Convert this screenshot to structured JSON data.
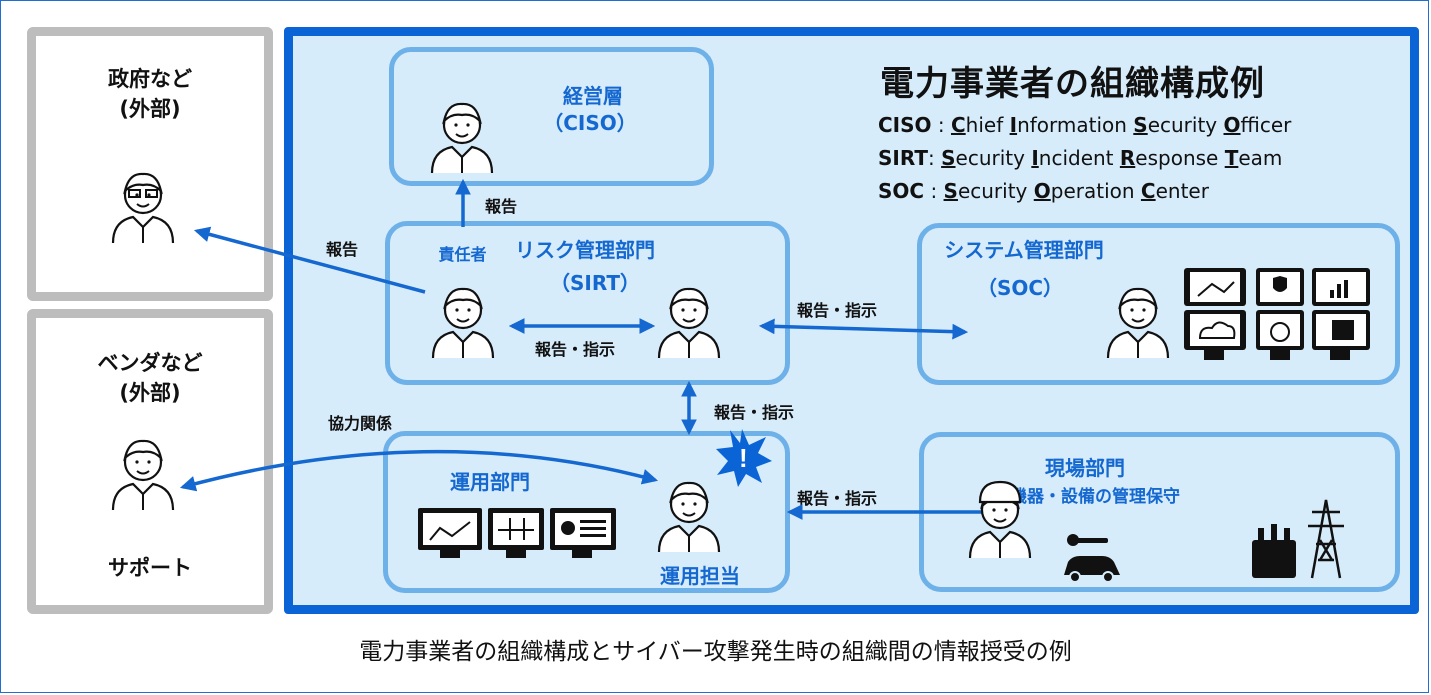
{
  "caption": "電力事業者の組織構成とサイバー攻撃発生時の組織間の情報授受の例",
  "title": "電力事業者の組織構成例",
  "abbreviations": [
    {
      "key": "CISO",
      "sep": " : ",
      "words": [
        [
          "C",
          "hief "
        ],
        [
          "I",
          "nformation "
        ],
        [
          "S",
          "ecurity "
        ],
        [
          "O",
          "fficer"
        ]
      ]
    },
    {
      "key": "SIRT",
      "sep": ": ",
      "words": [
        [
          "S",
          "ecurity "
        ],
        [
          "I",
          "ncident "
        ],
        [
          "R",
          "esponse "
        ],
        [
          "T",
          "eam"
        ]
      ]
    },
    {
      "key": "SOC",
      "sep": " : ",
      "words": [
        [
          "S",
          "ecurity "
        ],
        [
          "O",
          "peration "
        ],
        [
          "C",
          "enter"
        ]
      ]
    }
  ],
  "external": {
    "government": {
      "title_line1": "政府など",
      "title_line2": "(外部)"
    },
    "vendor": {
      "title_line1": "ベンダなど",
      "title_line2": "(外部)",
      "footer": "サポート"
    }
  },
  "departments": {
    "management": {
      "name": "経営層",
      "sub": "（CISO）"
    },
    "risk": {
      "name": "リスク管理部門",
      "sub": "（SIRT）",
      "role": "責任者"
    },
    "system": {
      "name": "システム管理部門",
      "sub": "（SOC）"
    },
    "operations": {
      "name": "運用部門",
      "role": "運用担当"
    },
    "field": {
      "name": "現場部門",
      "sub": "機器・設備の管理保守"
    }
  },
  "arrows": {
    "to_gov": "報告",
    "to_mgmt": "報告",
    "risk_internal": "報告・指示",
    "risk_system": "報告・指示",
    "risk_ops": "報告・指示",
    "ops_field": "報告・指示",
    "vendor_ops": "協力関係"
  },
  "colors": {
    "accent": "#0a64d6",
    "dept_border": "#6eb0e8",
    "panel_bg": "#d7ecfb",
    "external_border": "#bdbdbd",
    "arrow": "#1468d0",
    "alert": "#0a64d6"
  }
}
